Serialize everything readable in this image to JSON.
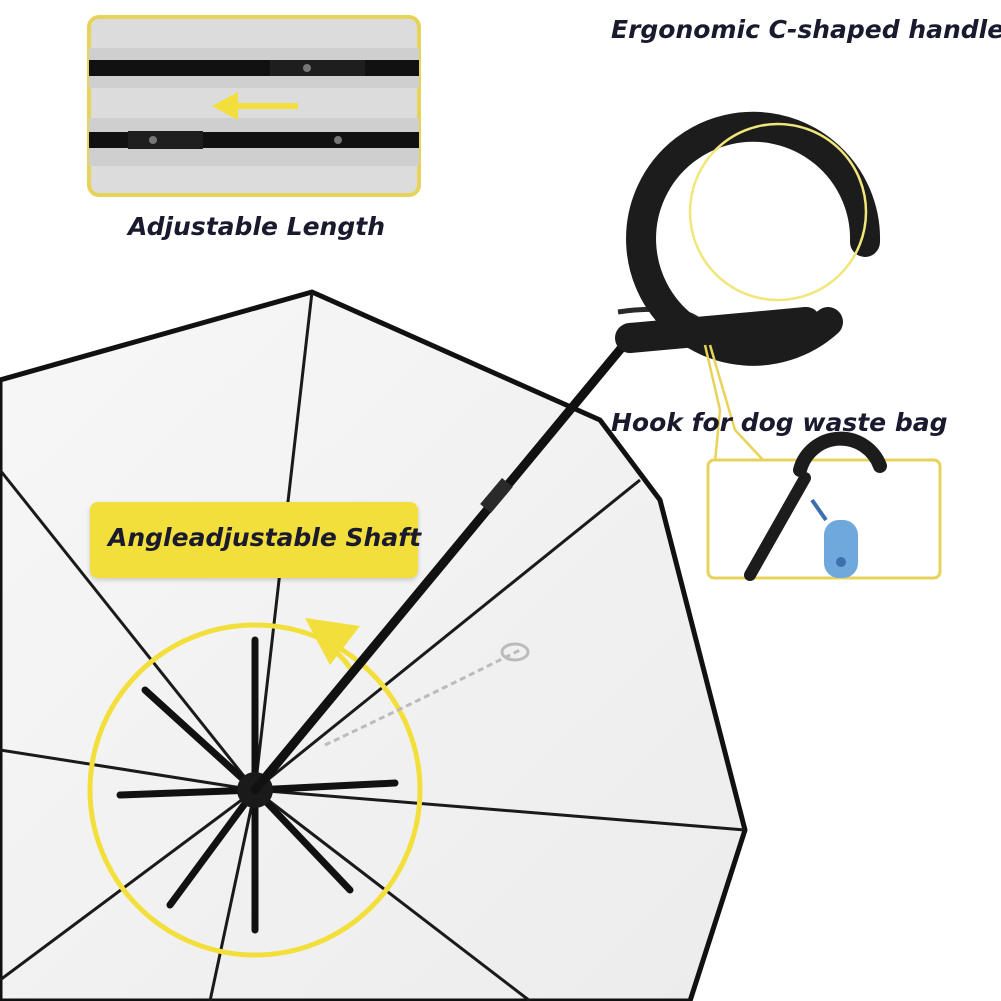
{
  "labels": {
    "handle": "Ergonomic C-shaped handle",
    "length": "Adjustable  Length",
    "hook": "Hook for dog waste bag",
    "shaft": "Angleadjustable Shaft"
  },
  "colors": {
    "accent_yellow": "#f3df3c",
    "frame_gold": "#e8d35a",
    "handle_black": "#1c1c1c",
    "canopy_edge": "#111111",
    "bag_blue": "#6fa8dc",
    "text_navy": "#1a1a2e"
  },
  "icons": {
    "direction_arrow": "arrow-left-icon",
    "angle_arrow": "arrow-up-curved-icon"
  }
}
